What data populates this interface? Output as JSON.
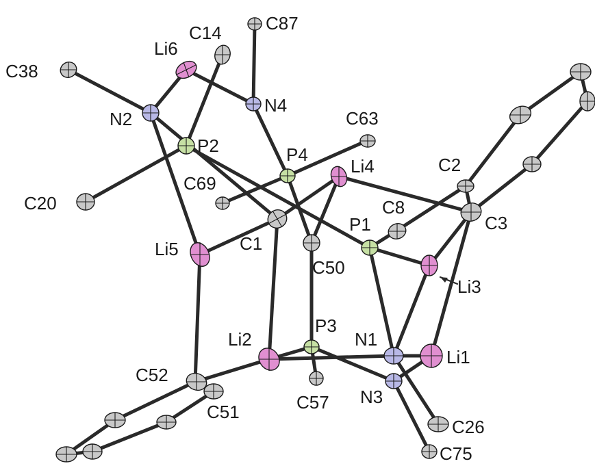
{
  "labels": {
    "C87": "C87",
    "C14": "C14",
    "Li6": "Li6",
    "C38": "C38",
    "N4": "N4",
    "N2": "N2",
    "P2": "P2",
    "C63": "C63",
    "P4": "P4",
    "Li4": "Li4",
    "C2": "C2",
    "C69": "C69",
    "C20": "C20",
    "C8": "C8",
    "C3": "C3",
    "P1": "P1",
    "C1": "C1",
    "Li5": "Li5",
    "C50": "C50",
    "Li3": "Li3",
    "P3": "P3",
    "Li2": "Li2",
    "N1": "N1",
    "Li1": "Li1",
    "C52": "C52",
    "N3": "N3",
    "C51": "C51",
    "C57": "C57",
    "C26": "C26",
    "C75": "C75"
  },
  "element_colors": {
    "C": "#c8c8c8",
    "N": "#b8b8e6",
    "P": "#c6e0a4",
    "Li": "#e08fd0"
  }
}
